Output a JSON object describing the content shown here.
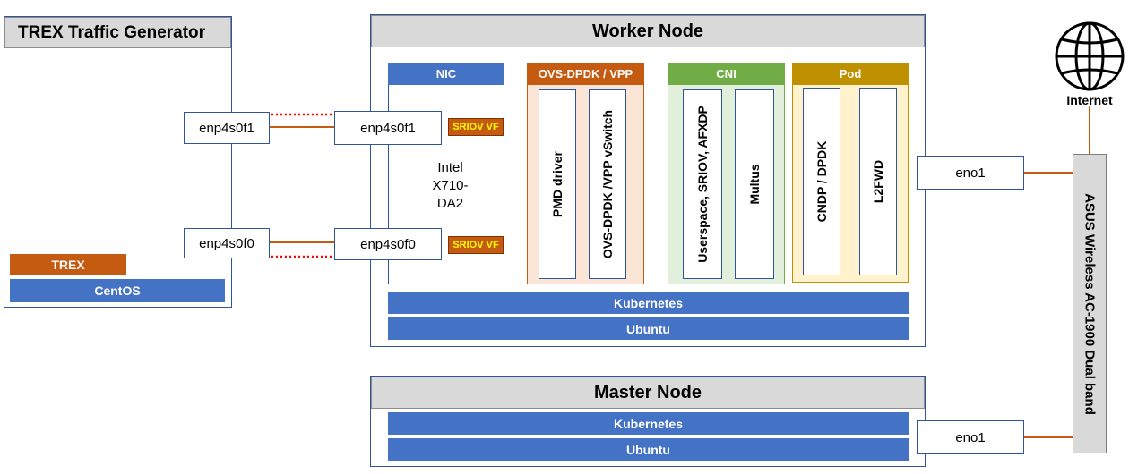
{
  "trex": {
    "title": "TREX Traffic Generator",
    "port1": "enp4s0f1",
    "port0": "enp4s0f0",
    "app": "TREX",
    "os": "CentOS"
  },
  "worker": {
    "title": "Worker Node",
    "nic": {
      "header": "NIC",
      "port1": "enp4s0f1",
      "port0": "enp4s0f0",
      "sriov1": "SRIOV VF",
      "sriov0": "SRIOV VF",
      "model_line1": "Intel",
      "model_line2": "X710-",
      "model_line3": "DA2"
    },
    "ovs": {
      "header": "OVS-DPDK / VPP",
      "col1": "PMD driver",
      "col2": "OVS-DPDK /VPP vSwitch"
    },
    "cni": {
      "header": "CNI",
      "col1": "Userspace, SRIOV, AFXDP",
      "col2": "Multus"
    },
    "pod": {
      "header": "Pod",
      "col1": "CNDP / DPDK",
      "col2": "L2FWD"
    },
    "kubernetes": "Kubernetes",
    "ubuntu": "Ubuntu"
  },
  "master": {
    "title": "Master Node",
    "kubernetes": "Kubernetes",
    "ubuntu": "Ubuntu"
  },
  "worker_eno": "eno1",
  "master_eno": "eno1",
  "router": "ASUS Wireless AC-1900 Dual band",
  "internet": "Internet",
  "colors": {
    "panel_border": "#2e5597",
    "title_gray": "#d9d9d9",
    "blue_bar": "#4472c4",
    "orange": "#c55a11",
    "green": "#70ad47",
    "gold": "#bf9000",
    "traffic": "#ff0000"
  }
}
